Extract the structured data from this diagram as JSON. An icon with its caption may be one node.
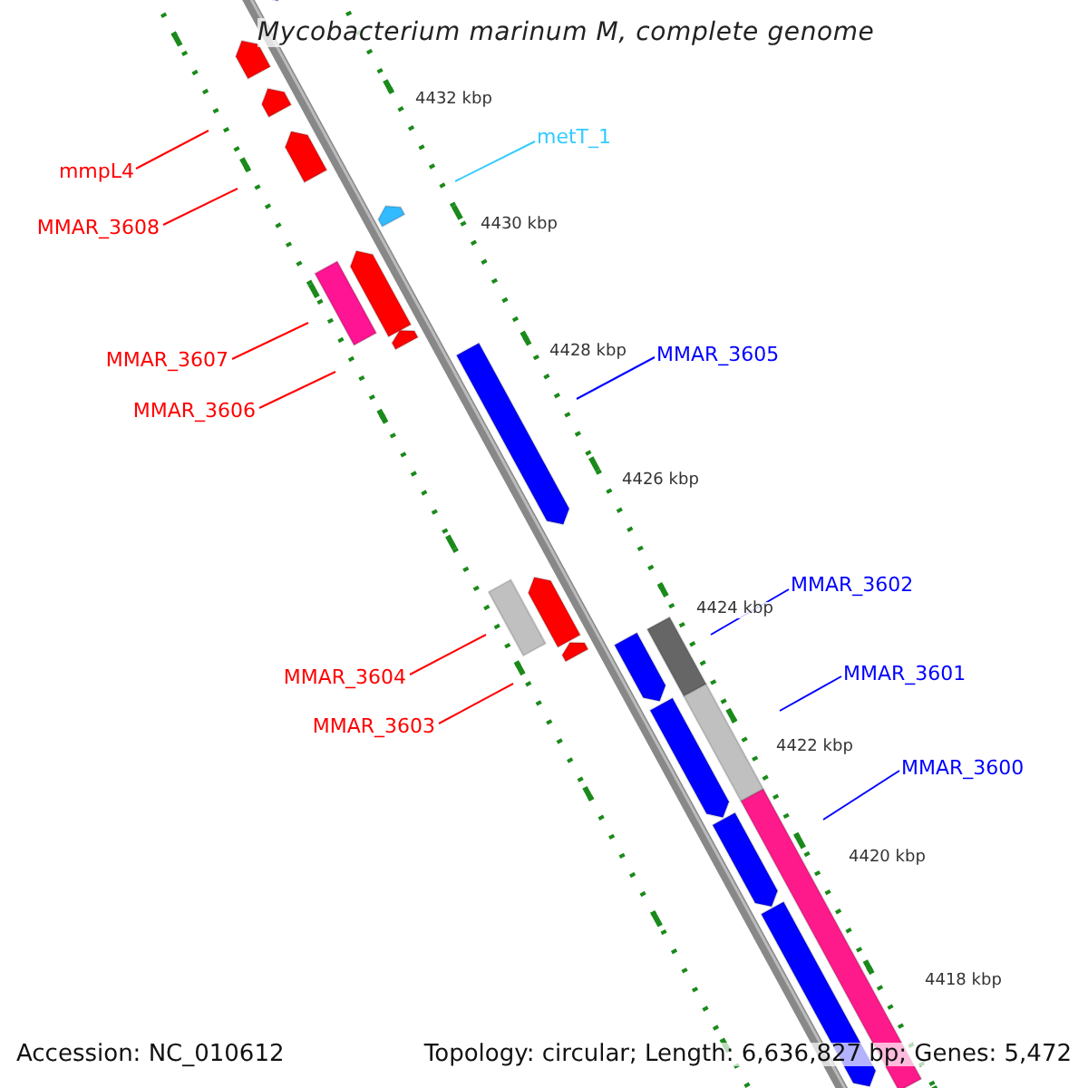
{
  "diagram": {
    "title": "Mycobacterium marinum M, complete genome",
    "nodes": [
      {
        "text": [
          "mmpL4"
        ]
      },
      {
        "text": [
          "MMAR_3608"
        ]
      },
      {
        "text": [
          "metT_1"
        ]
      },
      {
        "text": [
          "MMAR_3607"
        ]
      },
      {
        "text": [
          "MMAR_3606"
        ]
      },
      {
        "text": [
          "MMAR_3605"
        ]
      },
      {
        "text": [
          "MMAR_3602"
        ]
      },
      {
        "text": [
          "MMAR_3604"
        ]
      },
      {
        "text": [
          "MMAR_3601"
        ]
      },
      {
        "text": [
          "MMAR_3603"
        ]
      },
      {
        "text": [
          "MMAR_3600"
        ]
      }
    ],
    "edges": [
      {
        "from": 0,
        "to": null,
        "arrow": "none"
      },
      {
        "from": 1,
        "to": null,
        "arrow": "none"
      },
      {
        "from": 2,
        "to": null,
        "arrow": "none",
        "color": "#33ccff"
      },
      {
        "from": 3,
        "to": null,
        "arrow": "none"
      },
      {
        "from": 4,
        "to": null,
        "arrow": "none"
      },
      {
        "from": 5,
        "to": null,
        "arrow": "none",
        "color": "#0000ff"
      },
      {
        "from": 6,
        "to": null,
        "arrow": "none",
        "color": "#0000ff"
      },
      {
        "from": 7,
        "to": null,
        "arrow": "none"
      },
      {
        "from": 8,
        "to": null,
        "arrow": "none",
        "color": "#0000ff"
      },
      {
        "from": 9,
        "to": null,
        "arrow": "none"
      },
      {
        "from": 10,
        "to": null,
        "arrow": "none",
        "color": "#0000ff"
      }
    ],
    "labels": [
      "4432 kbp",
      "4430 kbp",
      "4428 kbp",
      "4426 kbp",
      "4424 kbp",
      "4422 kbp",
      "4420 kbp",
      "4418 kbp",
      "Accession: NC_010612",
      "Topology: circular; Length: 6,636,827 bp; Genes: 5,472"
    ]
  }
}
